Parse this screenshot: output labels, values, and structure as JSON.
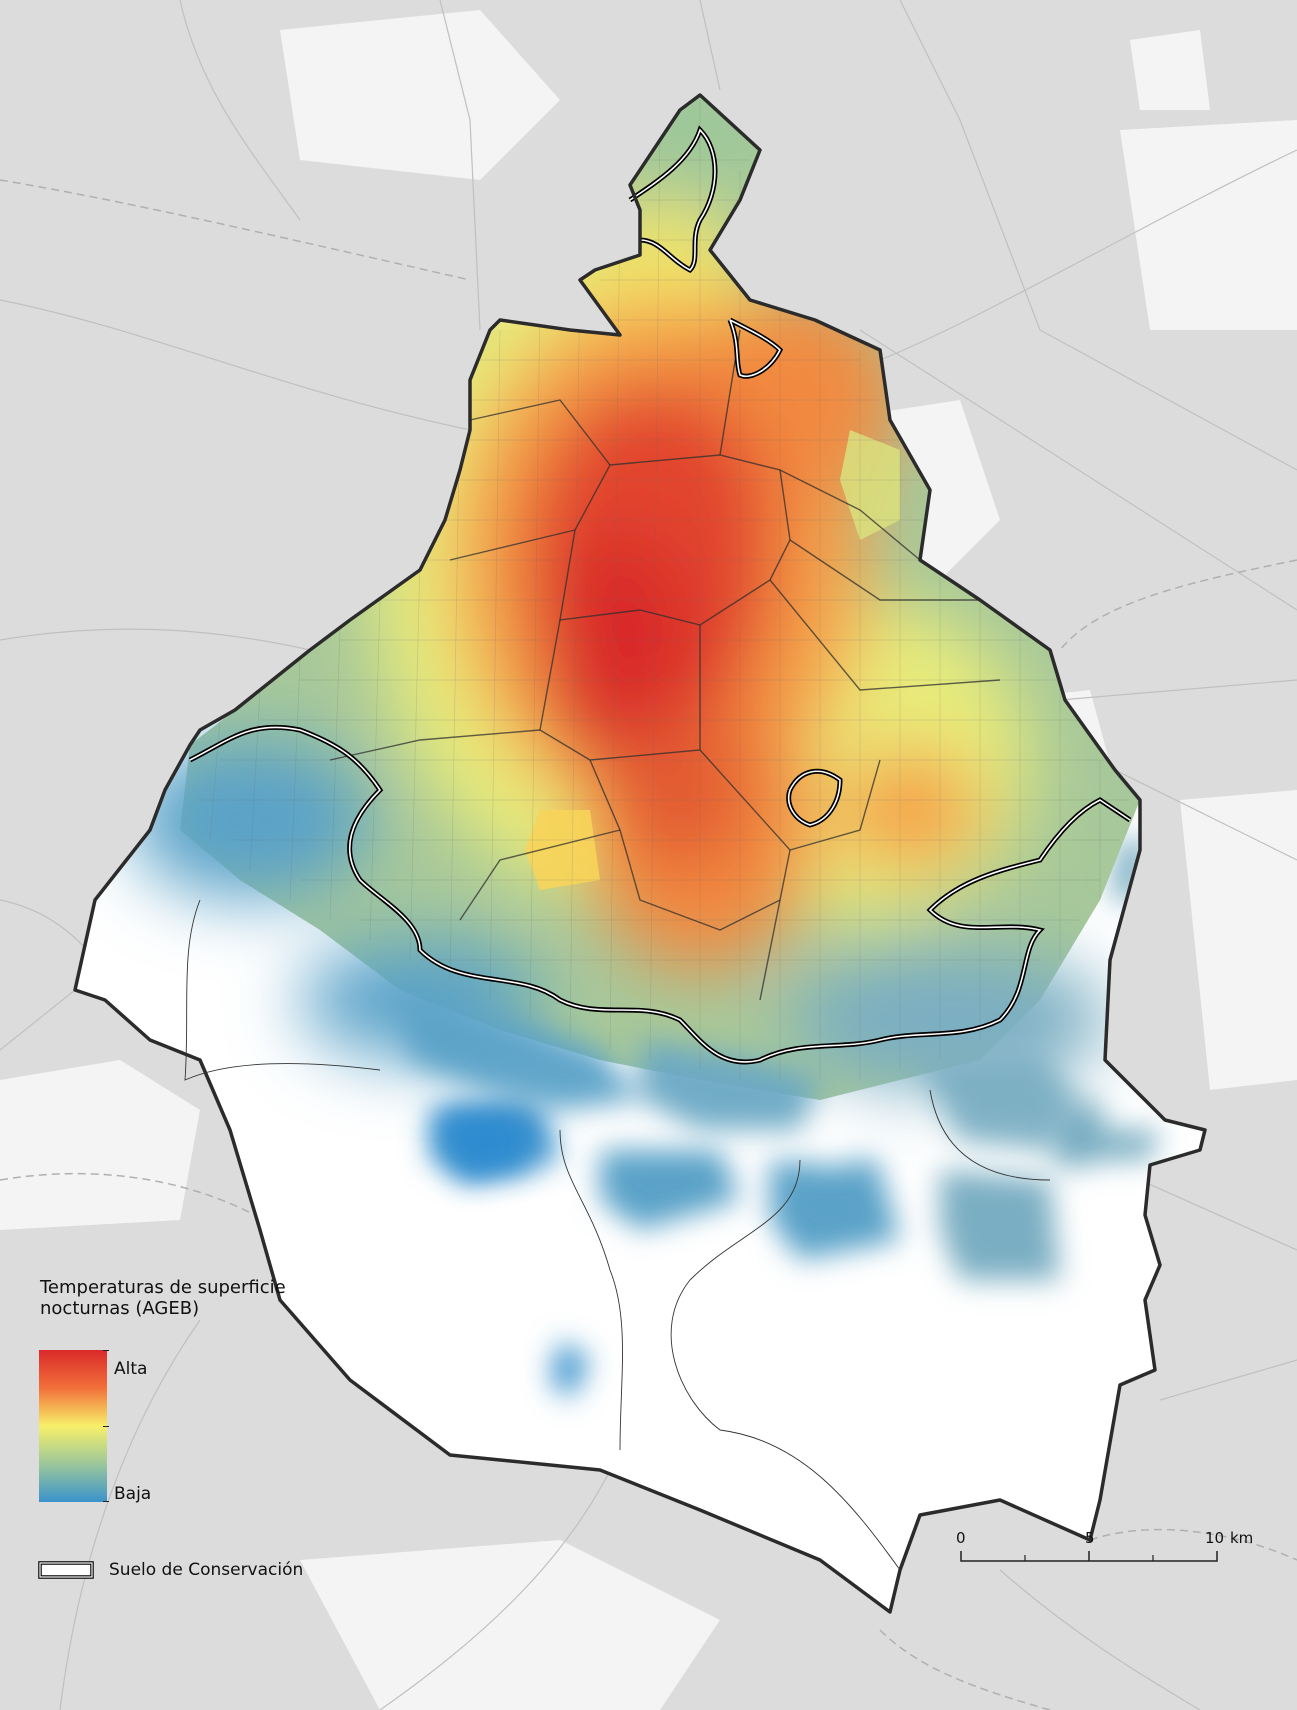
{
  "legend": {
    "title_line1": "Temperaturas de superficie",
    "title_line2": "nocturnas (AGEB)",
    "high_label": "Alta",
    "low_label": "Baja",
    "colors": [
      "#d92a2a",
      "#f2703a",
      "#f7f06a",
      "#9cc79a",
      "#3a93cc"
    ],
    "conservation_label": "Suelo de Conservación"
  },
  "scale_bar": {
    "ticks": [
      "0",
      "5",
      "10"
    ],
    "unit": "km"
  },
  "map": {
    "background_color": "#dcdcdc",
    "urban_area_color": "#ffffff",
    "boundary_color": "#2b2b2b"
  }
}
